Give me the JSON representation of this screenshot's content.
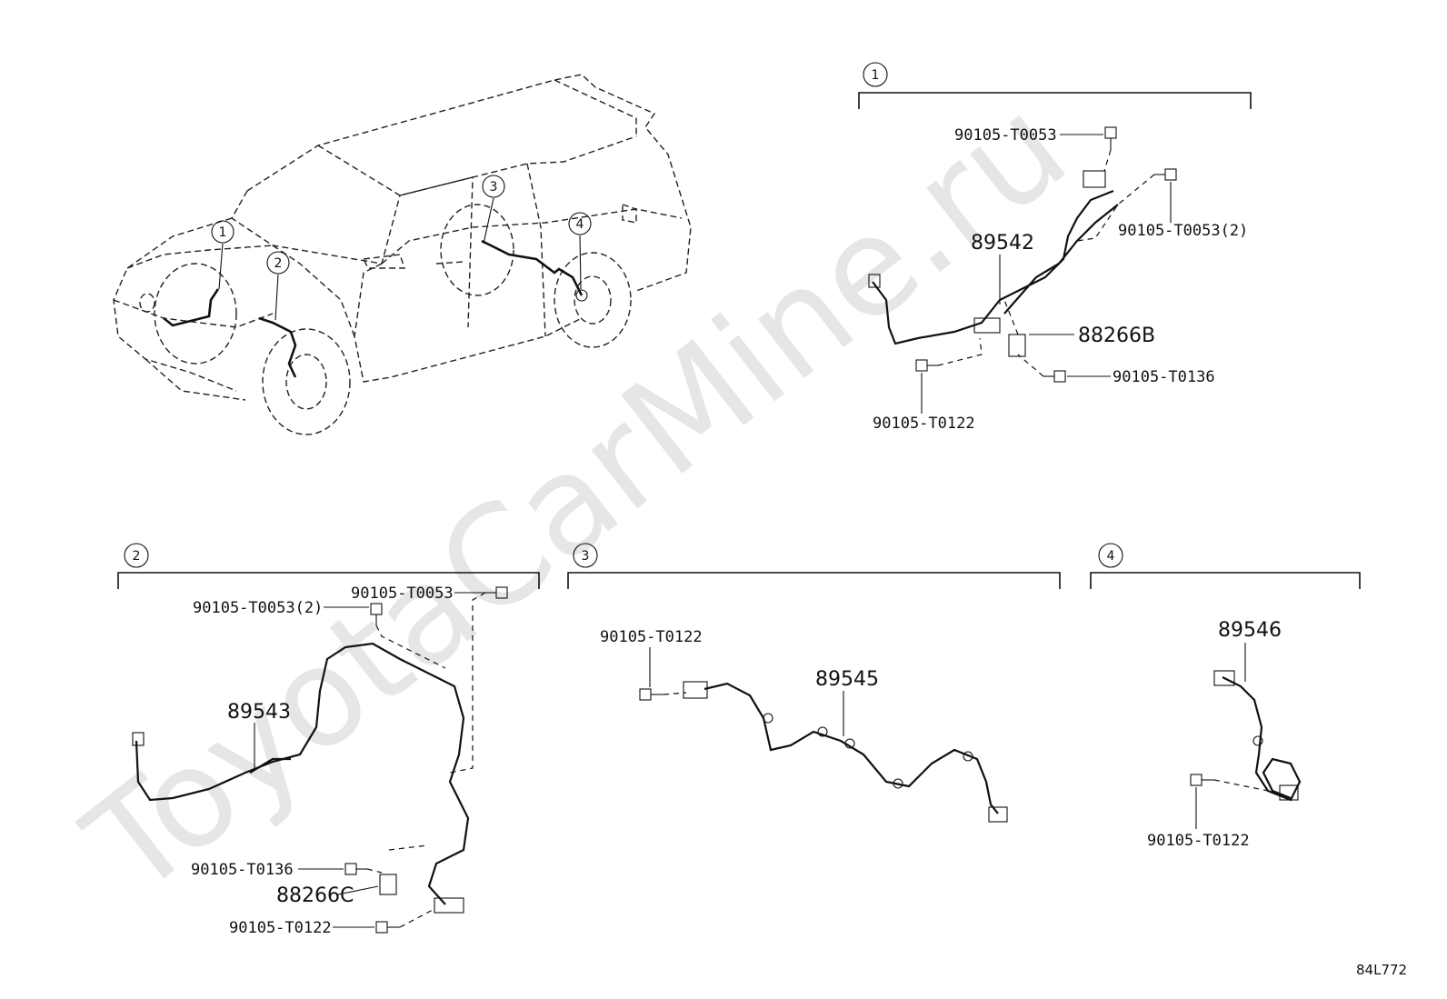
{
  "watermark": "ToyotaCarMine.ru",
  "diagram_code": "84L772",
  "overview_callouts": [
    "1",
    "2",
    "3",
    "4"
  ],
  "groups": {
    "g1": {
      "number": "1",
      "labels": {
        "bolt_top": "90105-T0053",
        "bolt_top2": "90105-T0053(2)",
        "sensor": "89542",
        "bracket": "88266B",
        "bolt_right": "90105-T0136",
        "bolt_bottom": "90105-T0122"
      }
    },
    "g2": {
      "number": "2",
      "labels": {
        "bolt_top": "90105-T0053",
        "bolt_top2": "90105-T0053(2)",
        "sensor": "89543",
        "bolt_mid": "90105-T0136",
        "bracket": "88266C",
        "bolt_bottom": "90105-T0122"
      }
    },
    "g3": {
      "number": "3",
      "labels": {
        "bolt": "90105-T0122",
        "sensor": "89545"
      }
    },
    "g4": {
      "number": "4",
      "labels": {
        "sensor": "89546",
        "bolt": "90105-T0122"
      }
    }
  }
}
